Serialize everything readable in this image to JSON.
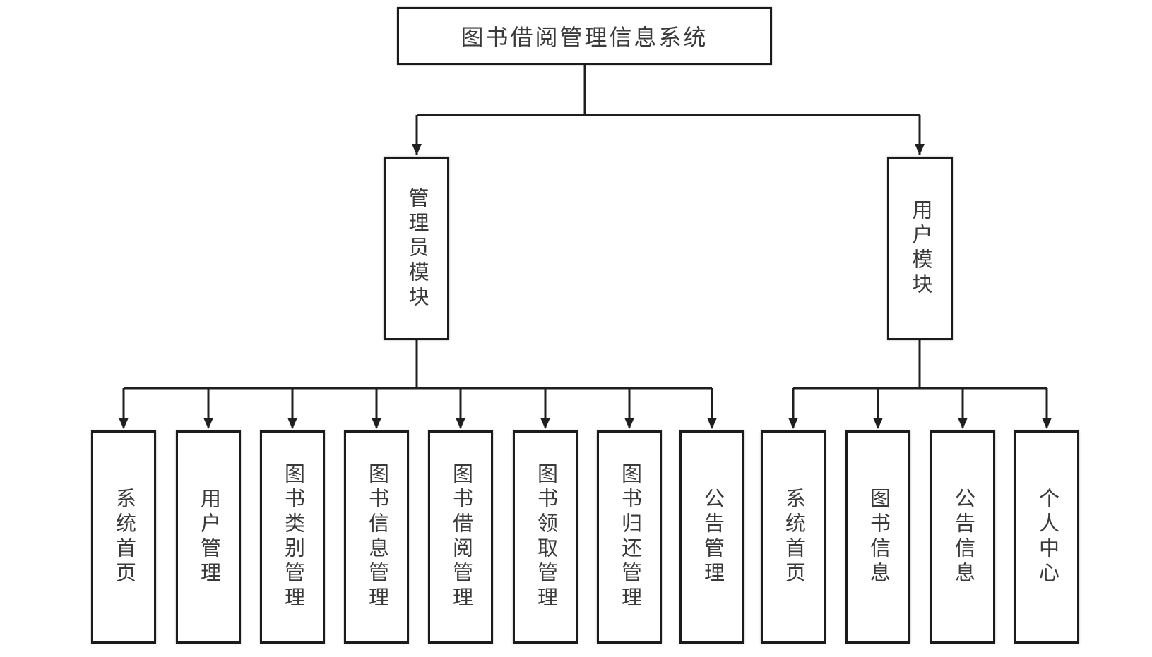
{
  "diagram": {
    "title": "图书借阅管理信息系统",
    "root": {
      "label": "图书借阅管理信息系统"
    },
    "modules": [
      {
        "id": "admin-module",
        "label": "管理员模块",
        "children": [
          "系统首页",
          "用户管理",
          "图书类别管理",
          "图书信息管理",
          "图书借阅管理",
          "图书领取管理",
          "图书归还管理",
          "公告管理"
        ]
      },
      {
        "id": "user-module",
        "label": "用户模块",
        "children": [
          "系统首页",
          "图书信息",
          "公告信息",
          "个人中心"
        ]
      }
    ],
    "colors": {
      "background": "#ffffff",
      "line": "#1f1f1f",
      "box_border": "#1b1b1b",
      "text": "#3a3a3a"
    }
  }
}
